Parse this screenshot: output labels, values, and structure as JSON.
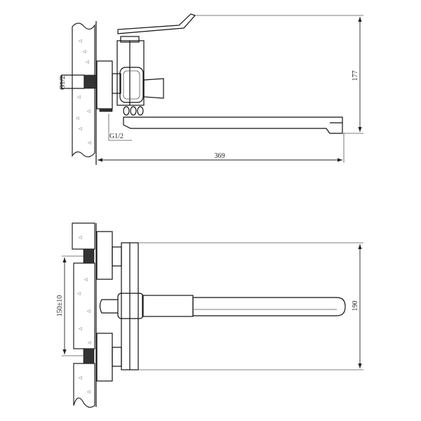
{
  "side_view": {
    "thread_label_inlet": "G1/2",
    "thread_label_outlet": "G1/2",
    "height_dimension": "177",
    "length_dimension": "369"
  },
  "top_view": {
    "centers_dimension": "150±10",
    "height_dimension": "190"
  }
}
